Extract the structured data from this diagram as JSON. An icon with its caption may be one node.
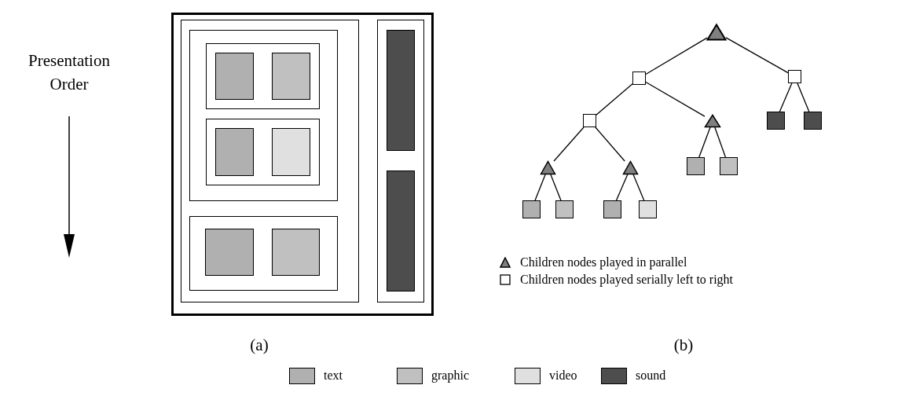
{
  "diagram": {
    "nodes": [
      {
        "text": [],
        "shape": "box"
      },
      {
        "text": [],
        "shape": "box",
        "in": 0
      },
      {
        "text": [],
        "shape": "box",
        "in": 1
      },
      {
        "text": [],
        "shape": "box",
        "in": 2
      },
      {
        "text": [],
        "shape": "box",
        "in": 3
      },
      {
        "text": [],
        "shape": "box",
        "in": 3
      },
      {
        "text": [],
        "shape": "box",
        "in": 2
      },
      {
        "text": [],
        "shape": "box",
        "in": 6
      },
      {
        "text": [],
        "shape": "box",
        "in": 6
      },
      {
        "text": [],
        "shape": "box",
        "in": 1
      },
      {
        "text": [],
        "shape": "box",
        "in": 9
      },
      {
        "text": [],
        "shape": "box",
        "in": 9
      },
      {
        "text": [],
        "shape": "box",
        "in": 0
      },
      {
        "text": [],
        "shape": "box",
        "in": 12
      },
      {
        "text": [],
        "shape": "box",
        "in": 12
      },
      {
        "text": [],
        "shape": "triangle"
      },
      {
        "text": [],
        "shape": "box"
      },
      {
        "text": [],
        "shape": "box"
      },
      {
        "text": [],
        "shape": "box"
      },
      {
        "text": [],
        "shape": "triangle"
      },
      {
        "text": [],
        "shape": "box"
      },
      {
        "text": [],
        "shape": "box"
      },
      {
        "text": [],
        "shape": "triangle"
      },
      {
        "text": [],
        "shape": "triangle"
      },
      {
        "text": [],
        "shape": "box"
      },
      {
        "text": [],
        "shape": "box"
      },
      {
        "text": [],
        "shape": "box"
      },
      {
        "text": [],
        "shape": "box"
      },
      {
        "text": [],
        "shape": "box"
      },
      {
        "text": [],
        "shape": "box"
      }
    ],
    "edges": [
      {
        "from": 15,
        "to": 16,
        "arrow": "none"
      },
      {
        "from": 15,
        "to": 17,
        "arrow": "none"
      },
      {
        "from": 16,
        "to": 18,
        "arrow": "none"
      },
      {
        "from": 16,
        "to": 19,
        "arrow": "none"
      },
      {
        "from": 17,
        "to": 20,
        "arrow": "none"
      },
      {
        "from": 17,
        "to": 21,
        "arrow": "none"
      },
      {
        "from": 18,
        "to": 22,
        "arrow": "none"
      },
      {
        "from": 18,
        "to": 23,
        "arrow": "none"
      },
      {
        "from": 19,
        "to": 24,
        "arrow": "none"
      },
      {
        "from": 19,
        "to": 25,
        "arrow": "none"
      },
      {
        "from": 22,
        "to": 26,
        "arrow": "none"
      },
      {
        "from": 22,
        "to": 27,
        "arrow": "none"
      },
      {
        "from": 23,
        "to": 28,
        "arrow": "none"
      },
      {
        "from": 23,
        "to": 29,
        "arrow": "none"
      }
    ],
    "labels": [
      "Presentation Order",
      "(a)",
      "(b)"
    ],
    "legend": [
      {
        "text": "Children nodes played in parallel"
      },
      {
        "text": "Children nodes played serially left to right"
      },
      {
        "text": "text",
        "color": "#b0b0b0"
      },
      {
        "text": "graphic",
        "color": "#c0c0c0"
      },
      {
        "text": "video",
        "color": "#e0e0e0"
      },
      {
        "text": "sound",
        "color": "#4d4d4d"
      }
    ]
  }
}
